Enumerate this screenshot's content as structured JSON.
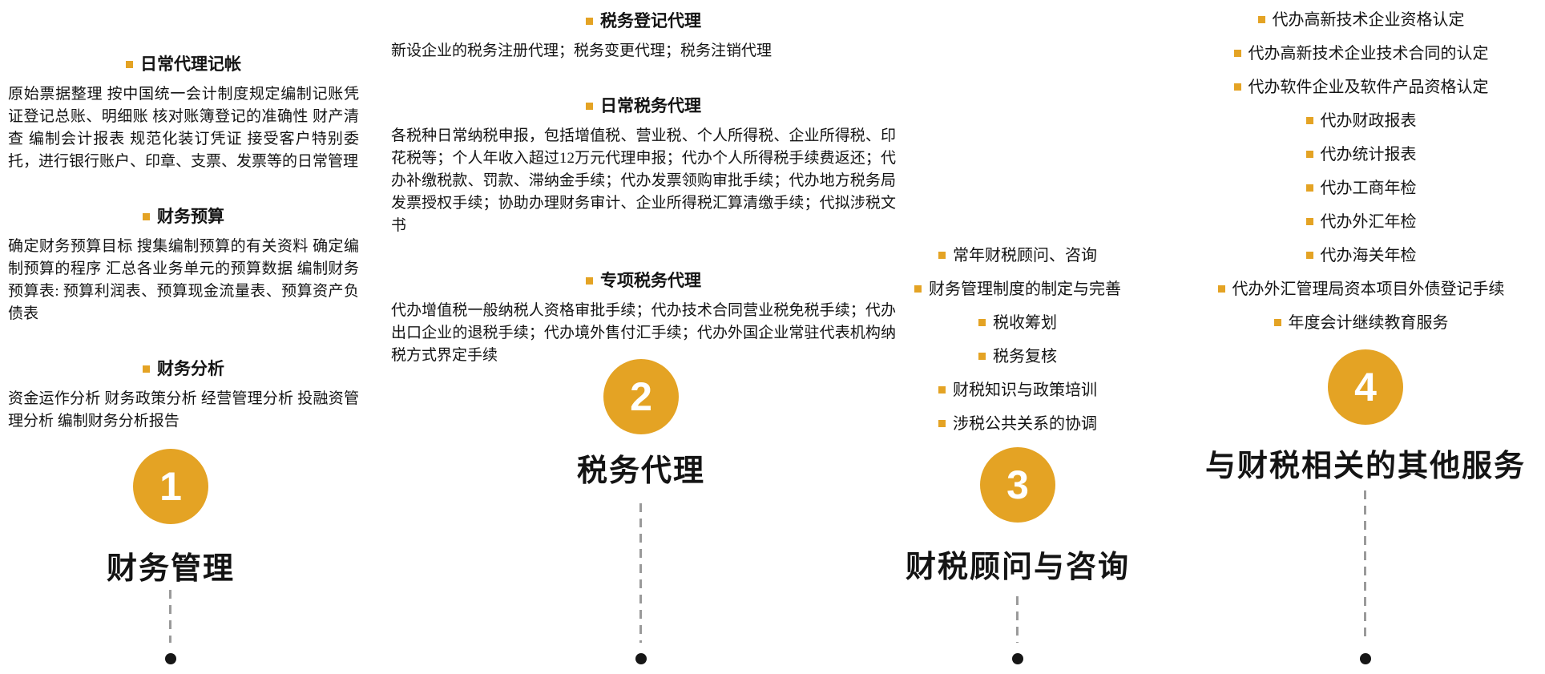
{
  "colors": {
    "accent": "#E4A324",
    "dash": "#9A9A9A",
    "dot": "#161616",
    "text": "#141414"
  },
  "columns": [
    {
      "number": "1",
      "title": "财务管理",
      "sections": [
        {
          "heading": "日常代理记帐",
          "body": "原始票据整理 按中国统一会计制度规定编制记账凭证登记总账、明细账 核对账簿登记的准确性 财产清查 编制会计报表 规范化装订凭证 接受客户特别委托，进行银行账户、印章、支票、发票等的日常管理"
        },
        {
          "heading": "财务预算",
          "body": "确定财务预算目标 搜集编制预算的有关资料 确定编制预算的程序 汇总各业务单元的预算数据 编制财务预算表: 预算利润表、预算现金流量表、预算资产负债表"
        },
        {
          "heading": "财务分析",
          "body": "资金运作分析 财务政策分析 经营管理分析 投融资管理分析 编制财务分析报告"
        }
      ]
    },
    {
      "number": "2",
      "title": "税务代理",
      "sections": [
        {
          "heading": "税务登记代理",
          "body": "新设企业的税务注册代理；税务变更代理；税务注销代理"
        },
        {
          "heading": "日常税务代理",
          "body": "各税种日常纳税申报，包括增值税、营业税、个人所得税、企业所得税、印花税等；个人年收入超过12万元代理申报；代办个人所得税手续费返还；代办补缴税款、罚款、滞纳金手续；代办发票领购审批手续；代办地方税务局发票授权手续；协助办理财务审计、企业所得税汇算清缴手续；代拟涉税文书"
        },
        {
          "heading": "专项税务代理",
          "body": "代办增值税一般纳税人资格审批手续；代办技术合同营业税免税手续；代办出口企业的退税手续；代办境外售付汇手续；代办外国企业常驻代表机构纳税方式界定手续"
        }
      ]
    },
    {
      "number": "3",
      "title": "财税顾问与咨询",
      "items": [
        "常年财税顾问、咨询",
        "财务管理制度的制定与完善",
        "税收筹划",
        "税务复核",
        "财税知识与政策培训",
        "涉税公共关系的协调"
      ]
    },
    {
      "number": "4",
      "title": "与财税相关的其他服务",
      "items": [
        "代办高新技术企业资格认定",
        "代办高新技术企业技术合同的认定",
        "代办软件企业及软件产品资格认定",
        "代办财政报表",
        "代办统计报表",
        "代办工商年检",
        "代办外汇年检",
        "代办海关年检",
        "代办外汇管理局资本项目外债登记手续",
        "年度会计继续教育服务"
      ]
    }
  ]
}
